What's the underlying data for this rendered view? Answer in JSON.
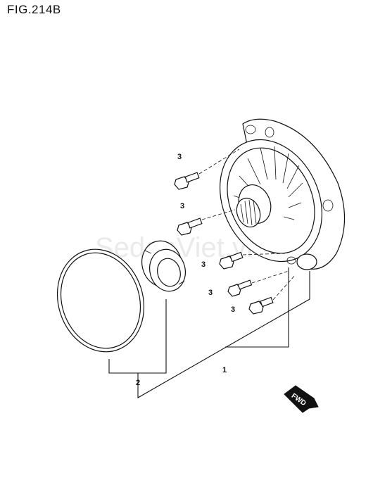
{
  "figure": {
    "title": "FIG.214B"
  },
  "watermark": {
    "text": "SedanViet.vn"
  },
  "badge": {
    "text": "FWD"
  },
  "callouts": [
    {
      "id": "c3a",
      "label": "3"
    },
    {
      "id": "c3b",
      "label": "3"
    },
    {
      "id": "c3c",
      "label": "3"
    },
    {
      "id": "c3d",
      "label": "3"
    },
    {
      "id": "c3e",
      "label": "3"
    },
    {
      "id": "c2",
      "label": "2"
    },
    {
      "id": "c1",
      "label": "1"
    }
  ],
  "colors": {
    "line": "#111111",
    "watermark": "#d9d9d9",
    "background": "#ffffff"
  }
}
